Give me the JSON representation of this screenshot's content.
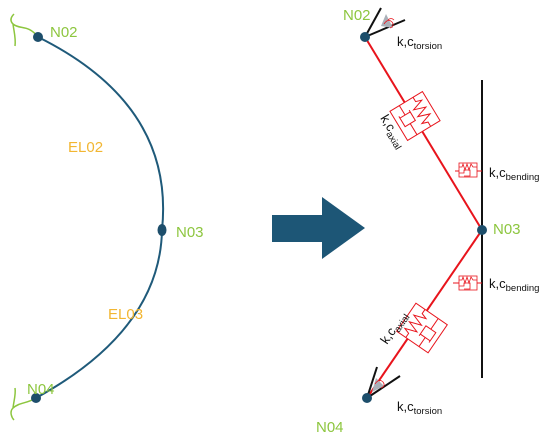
{
  "nodes": {
    "left_top": "N02",
    "left_mid": "N03",
    "left_bottom": "N04",
    "right_top": "N02",
    "right_mid": "N03",
    "right_bottom": "N04"
  },
  "elements": {
    "upper": "EL02",
    "lower": "EL03"
  },
  "springs": {
    "k_c": "k,c",
    "torsion_sub": "torsion",
    "axial_sub": "axial",
    "bending_sub": "bending"
  },
  "colors": {
    "curve": "#1f5a7a",
    "node_fill": "#1d4e6b",
    "node_label": "#8dc63f",
    "element_label": "#f2b632",
    "arrow": "#1d5676",
    "spring_line": "#e8141c",
    "ground": "#111111"
  }
}
